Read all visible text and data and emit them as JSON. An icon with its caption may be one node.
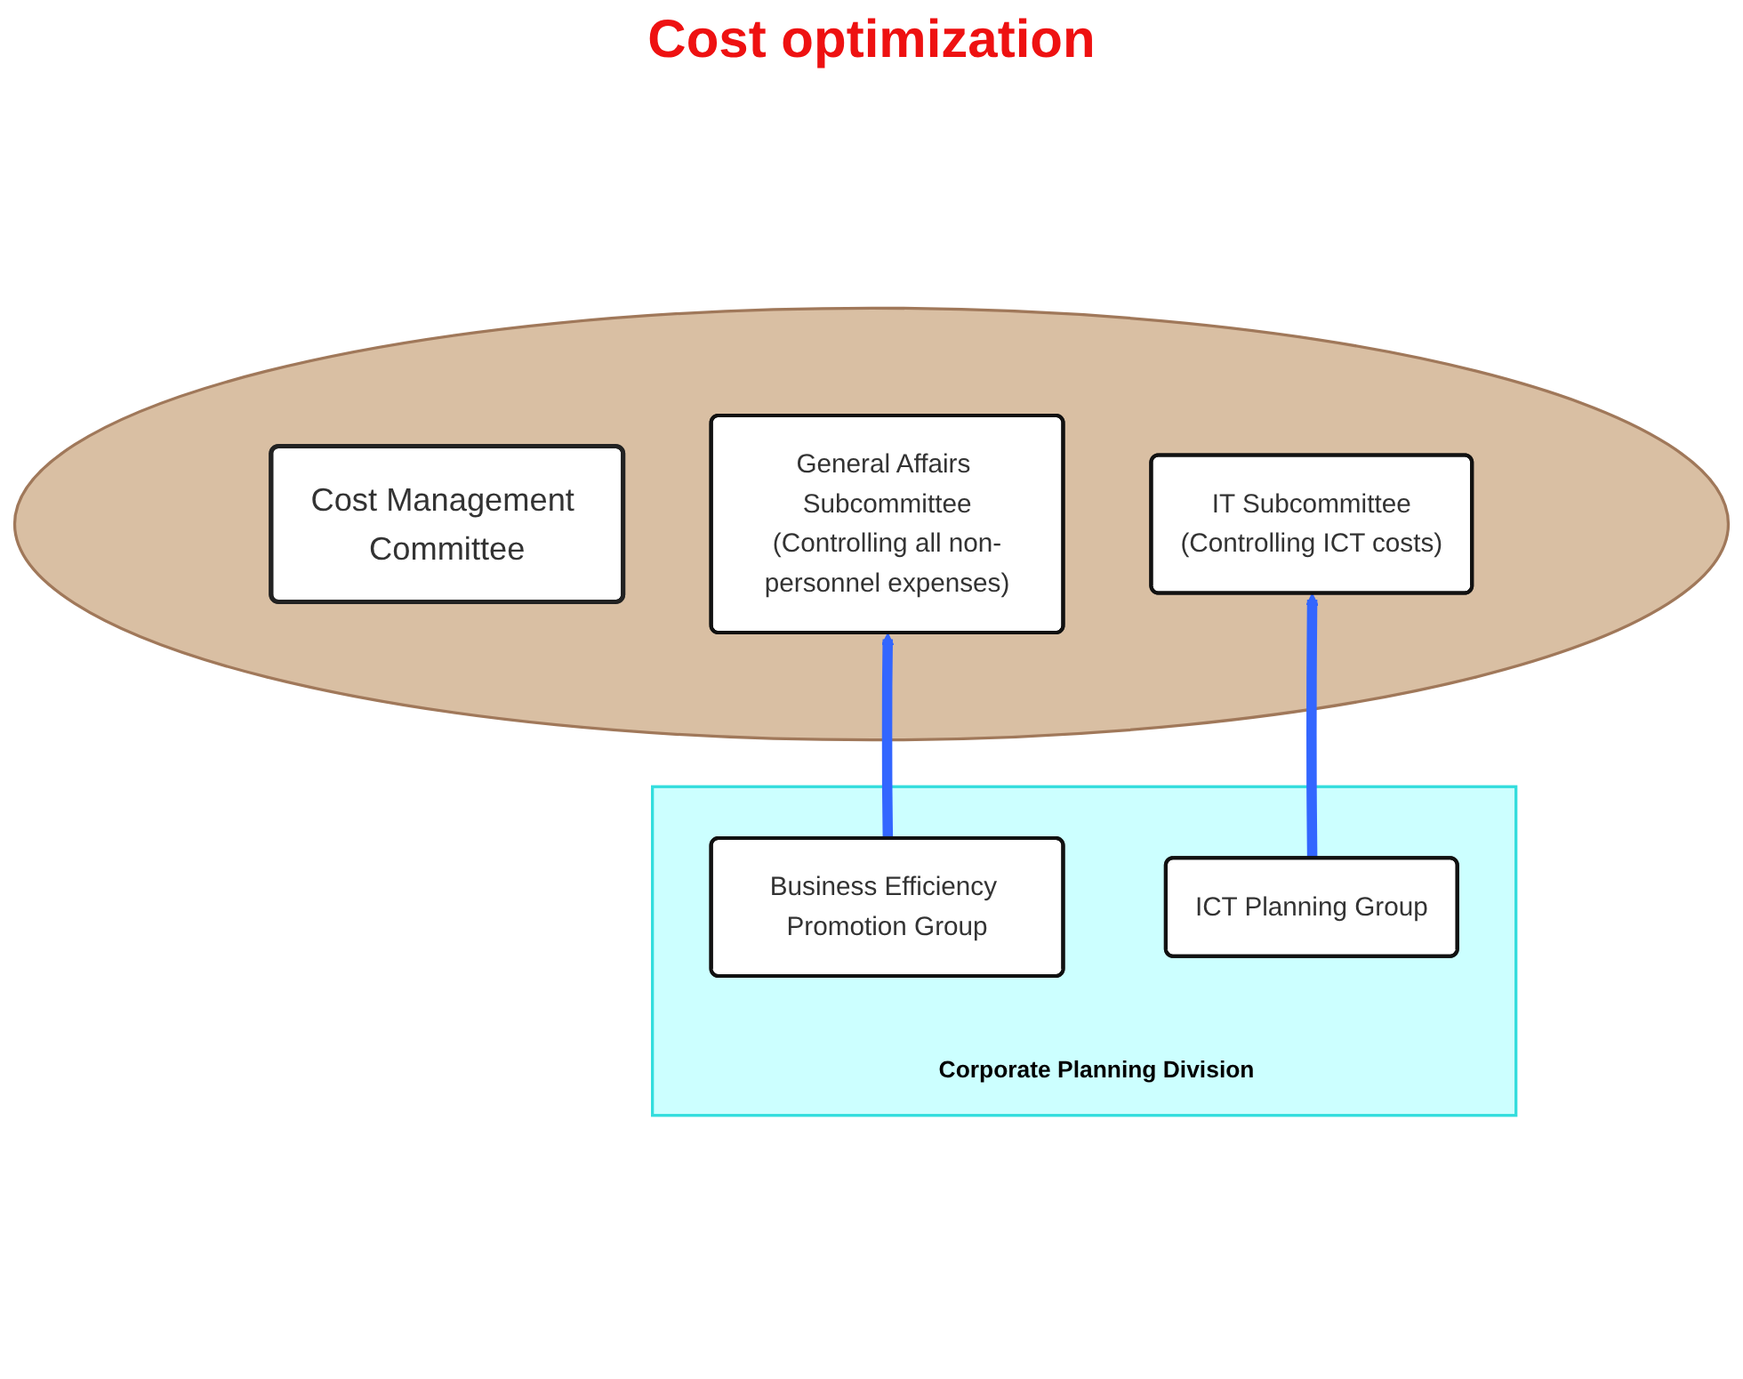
{
  "diagram": {
    "nodes": [
      {
        "text": [],
        "shape": "ellipse"
      },
      {
        "text": [
          "Cost Management Committee"
        ],
        "in": 0
      },
      {
        "text": [
          "General Affairs Subcommittee",
          "(Controlling all non-personnel expenses)"
        ],
        "in": 0
      },
      {
        "text": [
          "IT Subcommittee",
          "(Controlling ICT costs)"
        ],
        "in": 0
      },
      {
        "text": [
          "Corporate Planning Division"
        ]
      },
      {
        "text": [
          "Business Efficiency Promotion Group"
        ],
        "in": 4
      },
      {
        "text": [
          "ICT Planning Group"
        ],
        "in": 4
      }
    ],
    "edges": [
      {
        "from": 5,
        "to": 2,
        "arrow": "to",
        "color": "#3366ff"
      },
      {
        "from": 6,
        "to": 3,
        "arrow": "to",
        "color": "#3366ff"
      }
    ],
    "labels": [
      "Cost optimization"
    ]
  }
}
